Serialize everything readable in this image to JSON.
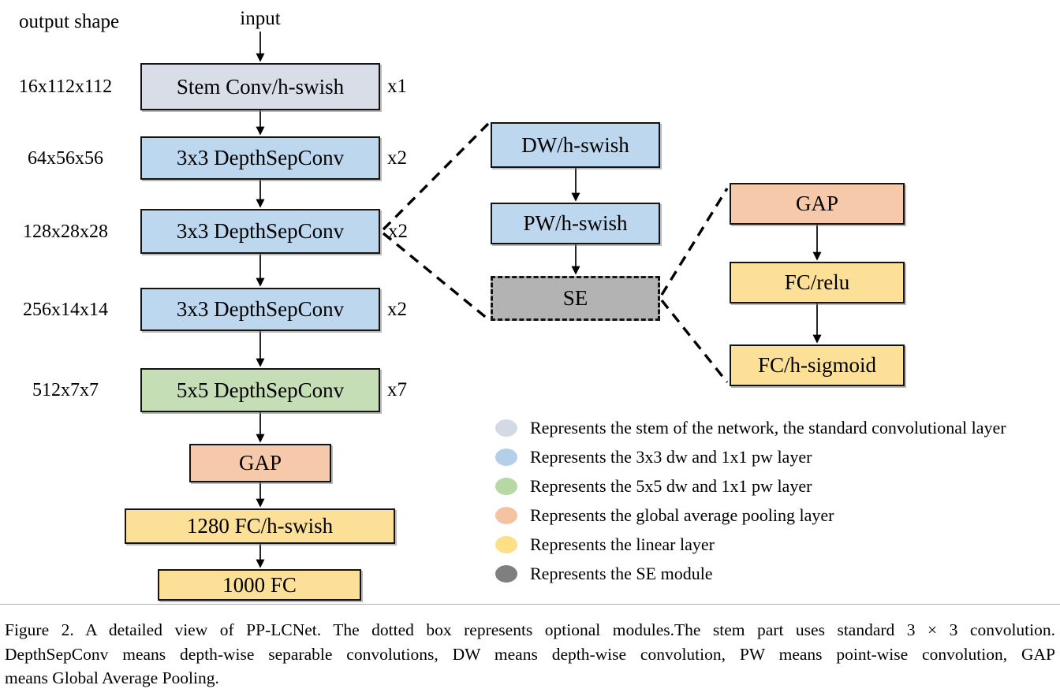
{
  "diagram": {
    "output_shape_header": "output shape",
    "input_label": "input",
    "rows": [
      {
        "output_shape": "16x112x112",
        "label": "Stem Conv/h-swish",
        "multiplier": "x1",
        "color": "#d9dde8"
      },
      {
        "output_shape": "64x56x56",
        "label": "3x3 DepthSepConv",
        "multiplier": "x2",
        "color": "#bdd7ee"
      },
      {
        "output_shape": "128x28x28",
        "label": "3x3 DepthSepConv",
        "multiplier": "x2",
        "color": "#bdd7ee"
      },
      {
        "output_shape": "256x14x14",
        "label": "3x3 DepthSepConv",
        "multiplier": "x2",
        "color": "#bdd7ee"
      },
      {
        "output_shape": "512x7x7",
        "label": "5x5 DepthSepConv",
        "multiplier": "x7",
        "color": "#c6deb5"
      }
    ],
    "tail": [
      {
        "label": "GAP",
        "color": "#f6c9ab"
      },
      {
        "label": "1280 FC/h-swish",
        "color": "#fce098"
      },
      {
        "label": "1000 FC",
        "color": "#fce098"
      }
    ],
    "block_detail": [
      {
        "label": "DW/h-swish",
        "color": "#bdd7ee"
      },
      {
        "label": "PW/h-swish",
        "color": "#bdd7ee"
      },
      {
        "label": "SE",
        "color": "#b3b3b3"
      }
    ],
    "se_detail": [
      {
        "label": "GAP",
        "color": "#f6c9ab"
      },
      {
        "label": "FC/relu",
        "color": "#fce098"
      },
      {
        "label": "FC/h-sigmoid",
        "color": "#fce098"
      }
    ]
  },
  "legend": {
    "items": [
      {
        "color": "#d3dae6",
        "text": "Represents the stem of the network, the standard convolutional layer"
      },
      {
        "color": "#b4cfe9",
        "text": "Represents the 3x3 dw and 1x1 pw layer"
      },
      {
        "color": "#b7d8a4",
        "text": "Represents the 5x5 dw and 1x1 pw layer"
      },
      {
        "color": "#f5c3a2",
        "text": "Represents the global average pooling layer"
      },
      {
        "color": "#fcdf87",
        "text": "Represents the linear layer"
      },
      {
        "color": "#7f7f7f",
        "text": "Represents the SE module"
      }
    ]
  },
  "caption": {
    "line1": "Figure 2. A detailed view of PP-LCNet.  The dotted box represents optional modules.The stem part uses standard 3 × 3 convolution.",
    "line2": "DepthSepConv means depth-wise separable convolutions, DW means depth-wise convolution, PW means point-wise convolution, GAP",
    "line3": "means Global Average Pooling."
  }
}
